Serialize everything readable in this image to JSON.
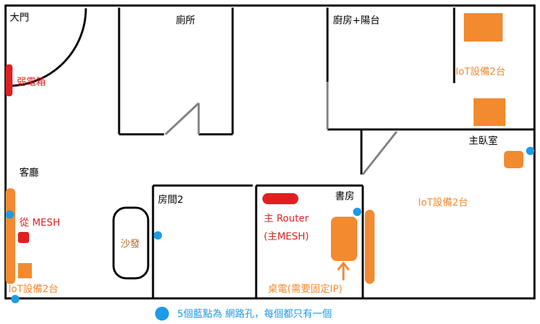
{
  "rooms": {
    "entrance": "大門",
    "toilet": "廁所",
    "kitchen": "廚房+陽台",
    "living_room": "客廳",
    "master_bedroom": "主臥室",
    "room2": "房間2",
    "study": "書房"
  },
  "devices": {
    "weak_box": "弱電箱",
    "iot_kitchen": "IoT設備2台",
    "iot_living": "IoT設備2台",
    "iot_master": "IoT設備2台",
    "slave_mesh": "從 MESH",
    "main_router_line1": "主 Router",
    "main_router_line2": "(主MESH)",
    "sofa": "沙發",
    "desktop": "桌電(需要固定IP)"
  },
  "legend": {
    "text": "5個藍點為 網路孔，每個都只有一個"
  },
  "colors": {
    "wall": "#000000",
    "door_gray": "#808080",
    "red": "#e02020",
    "orange": "#f28a30",
    "blue": "#1e9be6"
  }
}
